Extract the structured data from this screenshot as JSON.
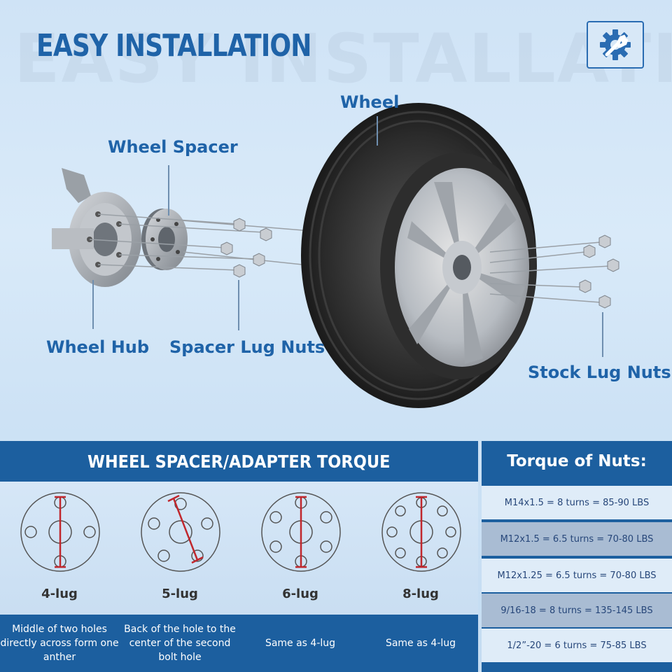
{
  "header": {
    "title": "EASY INSTALLATION",
    "watermark": "EASY INSTALLATION",
    "icon": "gear-wrench-icon"
  },
  "labels": {
    "wheel": "Wheel",
    "wheel_spacer": "Wheel Spacer",
    "wheel_hub": "Wheel Hub",
    "spacer_lug_nuts": "Spacer Lug Nuts",
    "stock_lug_nuts": "Stock Lug Nuts"
  },
  "torque_section": {
    "title": "WHEEL SPACER/ADAPTER TORQUE",
    "patterns": [
      {
        "name": "4-lug",
        "holes": 4,
        "description": "Middle of two holes directly across form one anther"
      },
      {
        "name": "5-lug",
        "holes": 5,
        "description": "Back of the hole to the center of the second bolt hole"
      },
      {
        "name": "6-lug",
        "holes": 6,
        "description": "Same as 4-lug"
      },
      {
        "name": "8-lug",
        "holes": 8,
        "description": "Same as 4-lug"
      }
    ]
  },
  "nuts_section": {
    "title": "Torque of Nuts:",
    "rows": [
      "M14x1.5 = 8 turns = 85-90 LBS",
      "M12x1.5 = 6.5 turns = 70-80 LBS",
      "M12x1.25 = 6.5 turns = 70-80 LBS",
      "9/16-18 = 8 turns = 135-145 LBS",
      "1/2”-20 = 6 turns = 75-85 LBS"
    ]
  },
  "colors": {
    "brand_blue": "#1c5f9f",
    "title_blue": "#1f63a8",
    "marker_red": "#c0272d"
  }
}
